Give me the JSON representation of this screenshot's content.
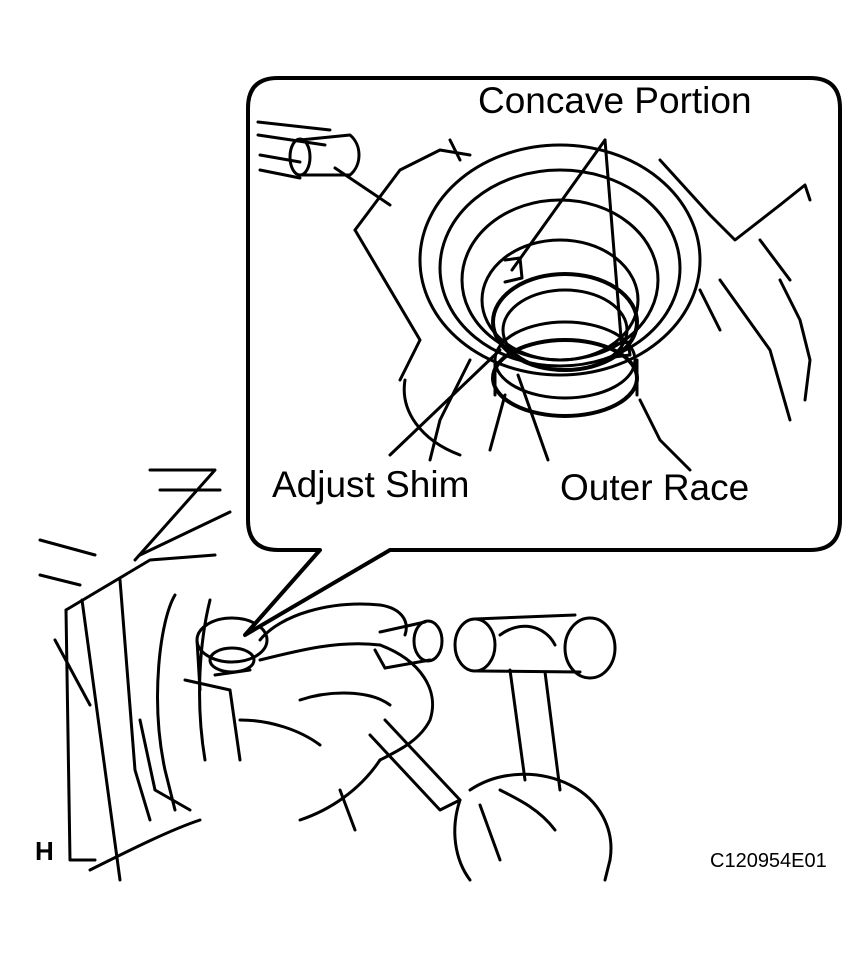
{
  "figure": {
    "view_letter": "H",
    "reference_code": "C120954E01"
  },
  "callout": {
    "labels": {
      "concave_portion": "Concave Portion",
      "adjust_shim": "Adjust Shim",
      "outer_race": "Outer Race"
    }
  },
  "colors": {
    "line": "#000000",
    "background": "#ffffff"
  }
}
